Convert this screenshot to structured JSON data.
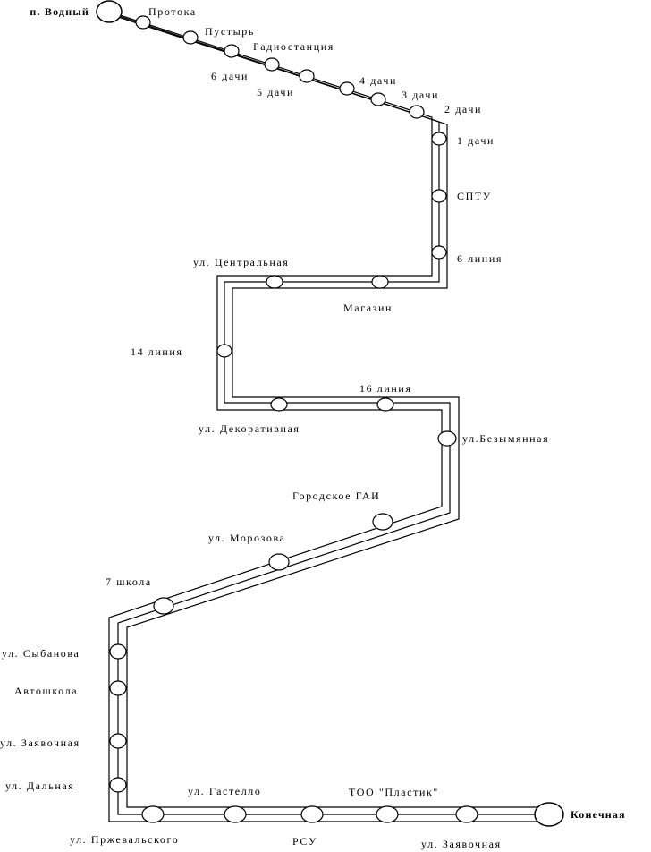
{
  "route": {
    "start": "п. Водный",
    "end": "Конечная"
  },
  "stops": {
    "protoka": "Протока",
    "pustyr": "Пустырь",
    "radiostantsiya": "Радиостанция",
    "dachi6": "6 дачи",
    "dachi5": "5 дачи",
    "dachi4": "4 дачи",
    "dachi3": "3 дачи",
    "dachi2": "2 дачи",
    "dachi1": "1 дачи",
    "sptu": "СПТУ",
    "liniya6": "6 линия",
    "tsentralnaya": "ул. Центральная",
    "magazin": "Магазин",
    "liniya14": "14 линия",
    "liniya16": "16 линия",
    "dekorativnaya": "ул. Декоративная",
    "bezymyannaya": "ул.Безымянная",
    "gai": "Городское ГАИ",
    "morozova": "ул. Морозова",
    "shkola7": "7 школа",
    "sybanova": "ул. Сыбанова",
    "avtoshkola": "Автошкола",
    "zayavochnaya_left": "ул. Заявочная",
    "dalnaya": "ул. Дальная",
    "gastello": "ул. Гастелло",
    "plastik": "ТОО \"Пластик\"",
    "przhevalskogo": "ул. Пржевальского",
    "rsu": "РСУ",
    "zayavochnaya_bottom": "ул. Заявочная"
  },
  "colors": {
    "line": "#000000",
    "fill": "#ffffff"
  }
}
